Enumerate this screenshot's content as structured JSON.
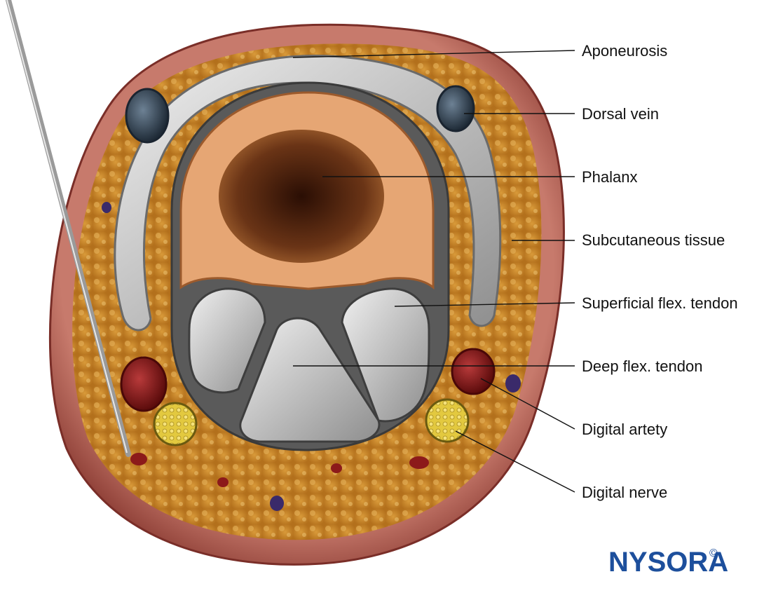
{
  "labels": [
    {
      "id": "aponeurosis",
      "text": "Aponeurosis"
    },
    {
      "id": "dorsal-vein",
      "text": "Dorsal vein"
    },
    {
      "id": "phalanx",
      "text": "Phalanx"
    },
    {
      "id": "subcutaneous-tissue",
      "text": "Subcutaneous tissue"
    },
    {
      "id": "superficial-flex-tendon",
      "text": "Superficial flex. tendon"
    },
    {
      "id": "deep-flex-tendon",
      "text": "Deep flex. tendon"
    },
    {
      "id": "digital-artery",
      "text": "Digital artety"
    },
    {
      "id": "digital-nerve",
      "text": "Digital nerve"
    }
  ],
  "logo": {
    "text": "NYSORA",
    "copyright": "©",
    "color": "#1d4f9c"
  },
  "colors": {
    "skin": "#b8655a",
    "skin_dark": "#8a3b33",
    "fat": "#c98a2a",
    "tendon_sheath": "#9a9a9a",
    "bone": "#e8a877",
    "marrow": "#5a2a12",
    "vein": "#3d4f60",
    "artery": "#8c1a1a",
    "nerve": "#d8c03a"
  }
}
